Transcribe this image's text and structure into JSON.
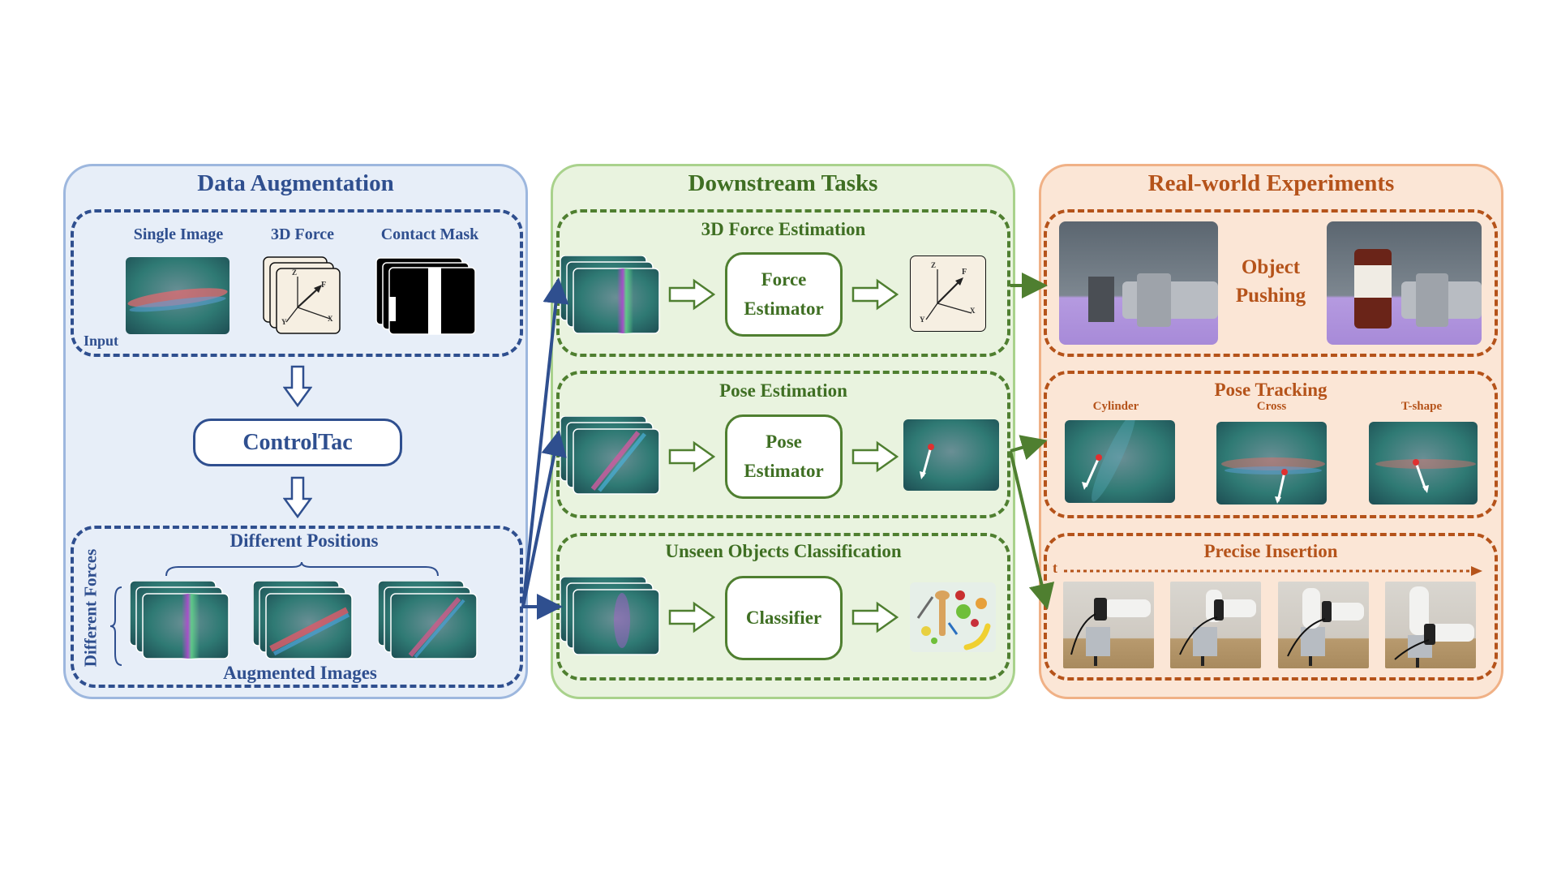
{
  "colors": {
    "blue": "#2f4f8f",
    "blue_bg": "#e7eef8",
    "green": "#4f7f30",
    "green_bg": "#e9f3df",
    "orange": "#b5531a",
    "orange_bg": "#fbe6d6"
  },
  "left": {
    "title": "Data Augmentation",
    "input": {
      "single_image": "Single Image",
      "force_3d": "3D Force",
      "contact_mask": "Contact Mask",
      "input_label": "Input"
    },
    "model_label": "ControlTac",
    "augment": {
      "positions_label": "Different Positions",
      "forces_label": "Different Forces",
      "images_label": "Augmented Images"
    }
  },
  "middle": {
    "title": "Downstream Tasks",
    "tasks": [
      {
        "title": "3D Force Estimation",
        "model_line1": "Force",
        "model_line2": "Estimator"
      },
      {
        "title": "Pose Estimation",
        "model_line1": "Pose",
        "model_line2": "Estimator"
      },
      {
        "title": "Unseen Objects Classification",
        "model_line1": "Classifier",
        "model_line2": ""
      }
    ]
  },
  "right": {
    "title": "Real-world Experiments",
    "pushing": {
      "line1": "Object",
      "line2": "Pushing"
    },
    "tracking": {
      "title": "Pose Tracking",
      "labels": [
        "Cylinder",
        "Cross",
        "T-shape"
      ]
    },
    "insertion": {
      "title": "Precise Insertion",
      "time_label": "t"
    }
  },
  "axes_icon": {
    "z": "Z",
    "y": "Y",
    "x": "X",
    "f": "F"
  },
  "icons": [
    "hollow-down-arrow-icon",
    "hollow-right-arrow-icon",
    "force-axes-icon",
    "brace-icon",
    "fruit-objects-icon"
  ]
}
